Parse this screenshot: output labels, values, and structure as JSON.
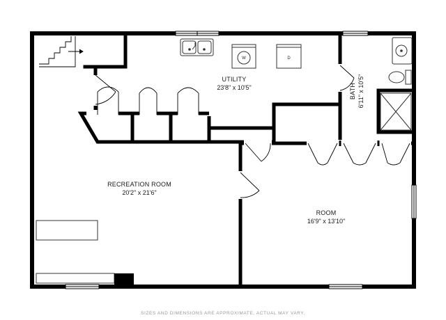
{
  "rooms": {
    "utility": {
      "name": "UTILITY",
      "dims": "23'8\" x 10'5\""
    },
    "bath": {
      "name": "BATH",
      "dims": "6'11\" x 10'5\""
    },
    "recreation": {
      "name": "RECREATION ROOM",
      "dims": "20'2\" x 21'6\""
    },
    "room": {
      "name": "ROOM",
      "dims": "16'9\" x 13'10\""
    }
  },
  "appliances": {
    "washer": "W",
    "dryer": "D"
  },
  "footer": {
    "disclaimer": "SIZES AND DIMENSIONS ARE APPROXIMATE, ACTUAL MAY VARY."
  },
  "colors": {
    "wall": "#000000",
    "fixture": "#555555",
    "background": "#ffffff",
    "note": "#9a9a9a"
  }
}
